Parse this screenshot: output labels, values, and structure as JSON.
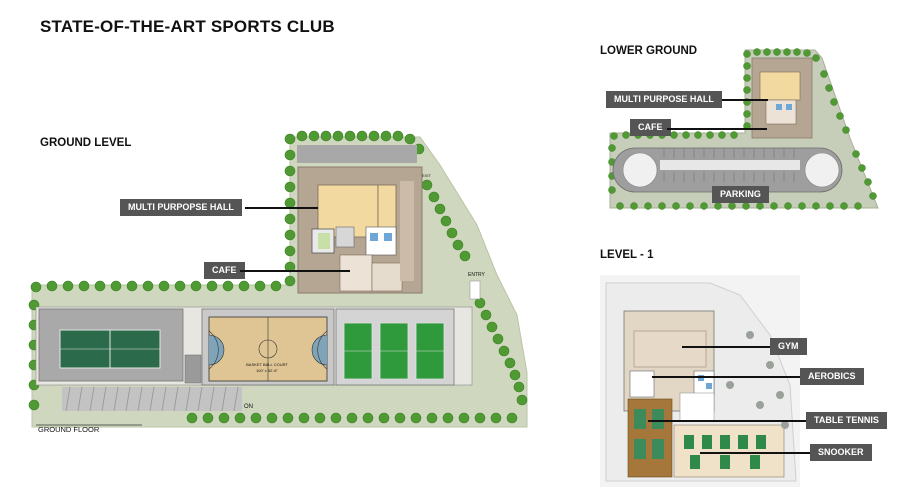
{
  "title": "STATE-OF-THE-ART SPORTS CLUB",
  "ground": {
    "heading": "GROUND LEVEL",
    "callouts": {
      "multi_purpose_hall": "MULTI PURPOPSE HALL",
      "cafe": "CAFE"
    },
    "floor_label": "GROUND FLOOR",
    "entry_label": "ENTRY",
    "exit_label": "EXIT",
    "on_label": "ON",
    "court_label": "BASKET BALL COURT",
    "court_size": "100' x 52'-6\""
  },
  "lower": {
    "heading": "LOWER GROUND",
    "callouts": {
      "multi_purpose_hall": "MULTI PURPOSE HALL",
      "cafe": "CAFE",
      "parking": "PARKING"
    }
  },
  "level1": {
    "heading": "LEVEL - 1",
    "callouts": {
      "gym": "GYM",
      "aerobics": "AEROBICS",
      "table_tennis": "TABLE TENNIS",
      "snooker": "SNOOKER"
    }
  }
}
